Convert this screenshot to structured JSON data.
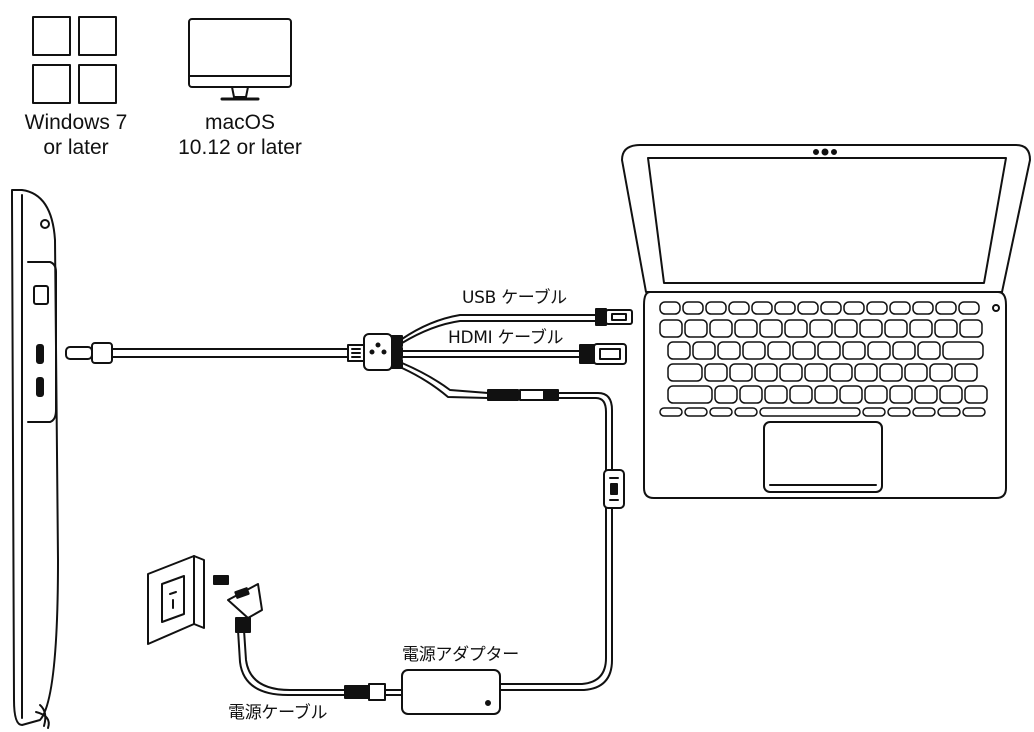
{
  "os": {
    "windows": {
      "line1": "Windows 7",
      "line2": "or later",
      "icon": "windows-logo-icon"
    },
    "mac": {
      "line1": "macOS",
      "line2": "10.12 or later",
      "icon": "monitor-icon"
    }
  },
  "labels": {
    "usb_cable": "USB ケーブル",
    "hdmi_cable": "HDMI ケーブル",
    "power_adapter": "電源アダプター",
    "power_cable": "電源ケーブル"
  },
  "colors": {
    "line": "#111111",
    "cable_fill": "#e6e6e6"
  }
}
